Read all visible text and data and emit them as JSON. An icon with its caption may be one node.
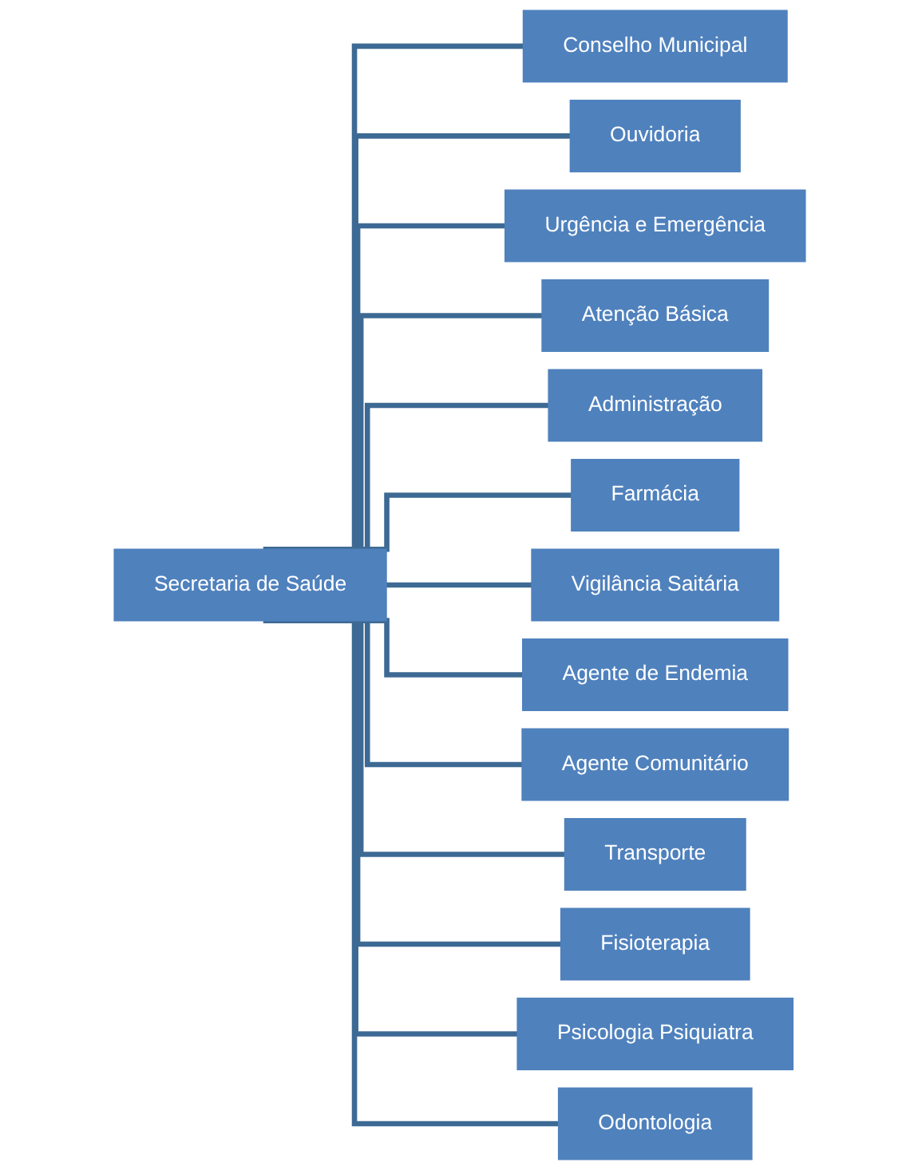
{
  "diagram": {
    "nodes": [
      {
        "text": [
          "Secretaria de Saúde"
        ]
      },
      {
        "text": [
          "Conselho Municipal"
        ]
      },
      {
        "text": [
          "Ouvidoria"
        ]
      },
      {
        "text": [
          "Urgência e Emergência"
        ]
      },
      {
        "text": [
          "Atenção Básica"
        ]
      },
      {
        "text": [
          "Administração"
        ]
      },
      {
        "text": [
          "Farmácia"
        ]
      },
      {
        "text": [
          "Vigilância Saitária"
        ]
      },
      {
        "text": [
          "Agente de Endemia"
        ]
      },
      {
        "text": [
          "Agente Comunitário"
        ]
      },
      {
        "text": [
          "Transporte"
        ]
      },
      {
        "text": [
          "Fisioterapia"
        ]
      },
      {
        "text": [
          "Psicologia Psiquiatra"
        ]
      },
      {
        "text": [
          "Odontologia"
        ]
      }
    ],
    "edges": [
      {
        "from": 0,
        "to": 1,
        "arrow": "none"
      },
      {
        "from": 0,
        "to": 2,
        "arrow": "none"
      },
      {
        "from": 0,
        "to": 3,
        "arrow": "none"
      },
      {
        "from": 0,
        "to": 4,
        "arrow": "none"
      },
      {
        "from": 0,
        "to": 5,
        "arrow": "none"
      },
      {
        "from": 0,
        "to": 6,
        "arrow": "none"
      },
      {
        "from": 0,
        "to": 7,
        "arrow": "none"
      },
      {
        "from": 0,
        "to": 8,
        "arrow": "none"
      },
      {
        "from": 0,
        "to": 9,
        "arrow": "none"
      },
      {
        "from": 0,
        "to": 10,
        "arrow": "none"
      },
      {
        "from": 0,
        "to": 11,
        "arrow": "none"
      },
      {
        "from": 0,
        "to": 12,
        "arrow": "none"
      },
      {
        "from": 0,
        "to": 13,
        "arrow": "none"
      }
    ]
  }
}
